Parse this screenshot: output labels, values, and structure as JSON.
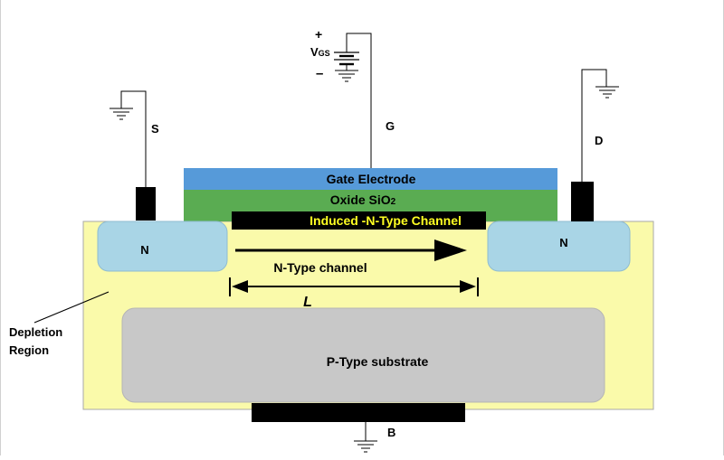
{
  "terminals": {
    "source": "S",
    "gate": "G",
    "drain": "D",
    "body": "B"
  },
  "gate_supply": {
    "label_main": "V",
    "label_sub": "GS",
    "plus": "+",
    "minus": "–"
  },
  "layers": {
    "gate_electrode": "Gate Electrode",
    "oxide_main": "Oxide SiO",
    "oxide_sub": "2",
    "induced_channel": "Induced -N-Type Channel",
    "source_region": "N",
    "drain_region": "N",
    "channel_label": "N-Type channel",
    "length_label": "L",
    "substrate": "P-Type substrate"
  },
  "annotations": {
    "depletion_line1": "Depletion",
    "depletion_line2": "Region"
  },
  "colors": {
    "gate_electrode": "#569ad9",
    "oxide": "#5aac52",
    "depletion": "#fafaaa",
    "n_region": "#a9d5e6",
    "substrate": "#c8c8c8",
    "contact": "#000000",
    "channel_text": "#ffff22"
  }
}
